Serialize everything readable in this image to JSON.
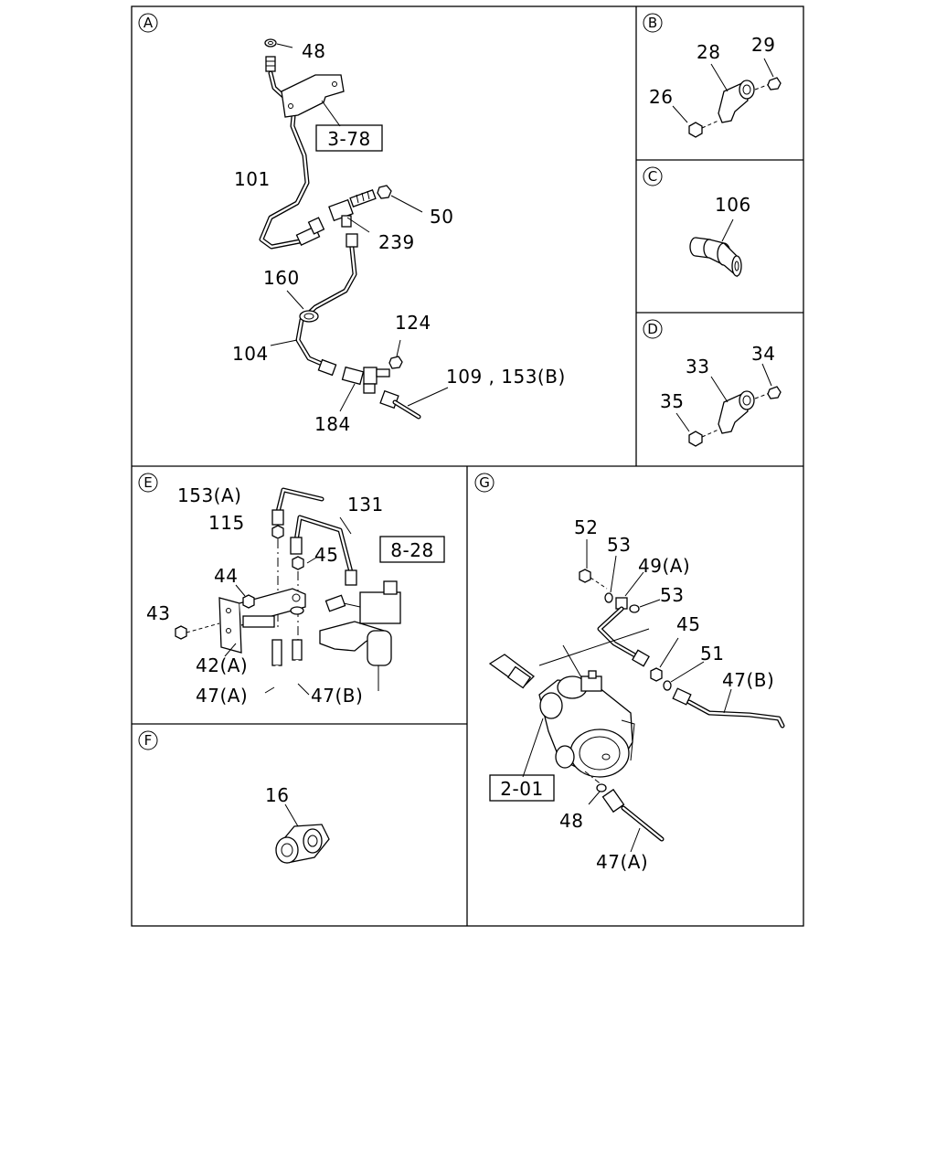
{
  "sections": {
    "A": {
      "letter": "A",
      "labels": {
        "p48": "48",
        "p101": "101",
        "p50": "50",
        "p239": "239",
        "p160": "160",
        "p124": "124",
        "p104": "104",
        "p109_153b": "109 , 153(B)",
        "p184": "184"
      },
      "ref": "3-78"
    },
    "B": {
      "letter": "B",
      "labels": {
        "p28": "28",
        "p29": "29",
        "p26": "26"
      }
    },
    "C": {
      "letter": "C",
      "labels": {
        "p106": "106"
      }
    },
    "D": {
      "letter": "D",
      "labels": {
        "p34": "34",
        "p33": "33",
        "p35": "35"
      }
    },
    "E": {
      "letter": "E",
      "labels": {
        "p153a": "153(A)",
        "p131": "131",
        "p115": "115",
        "p45": "45",
        "p44": "44",
        "p43": "43",
        "p42a": "42(A)",
        "p47a": "47(A)",
        "p47b": "47(B)"
      },
      "ref": "8-28"
    },
    "F": {
      "letter": "F",
      "labels": {
        "p16": "16"
      }
    },
    "G": {
      "letter": "G",
      "labels": {
        "p52": "52",
        "p53a": "53",
        "p49a": "49(A)",
        "p53b": "53",
        "p45": "45",
        "p51": "51",
        "p47b": "47(B)",
        "p48": "48",
        "p47a": "47(A)"
      },
      "ref": "2-01"
    }
  }
}
